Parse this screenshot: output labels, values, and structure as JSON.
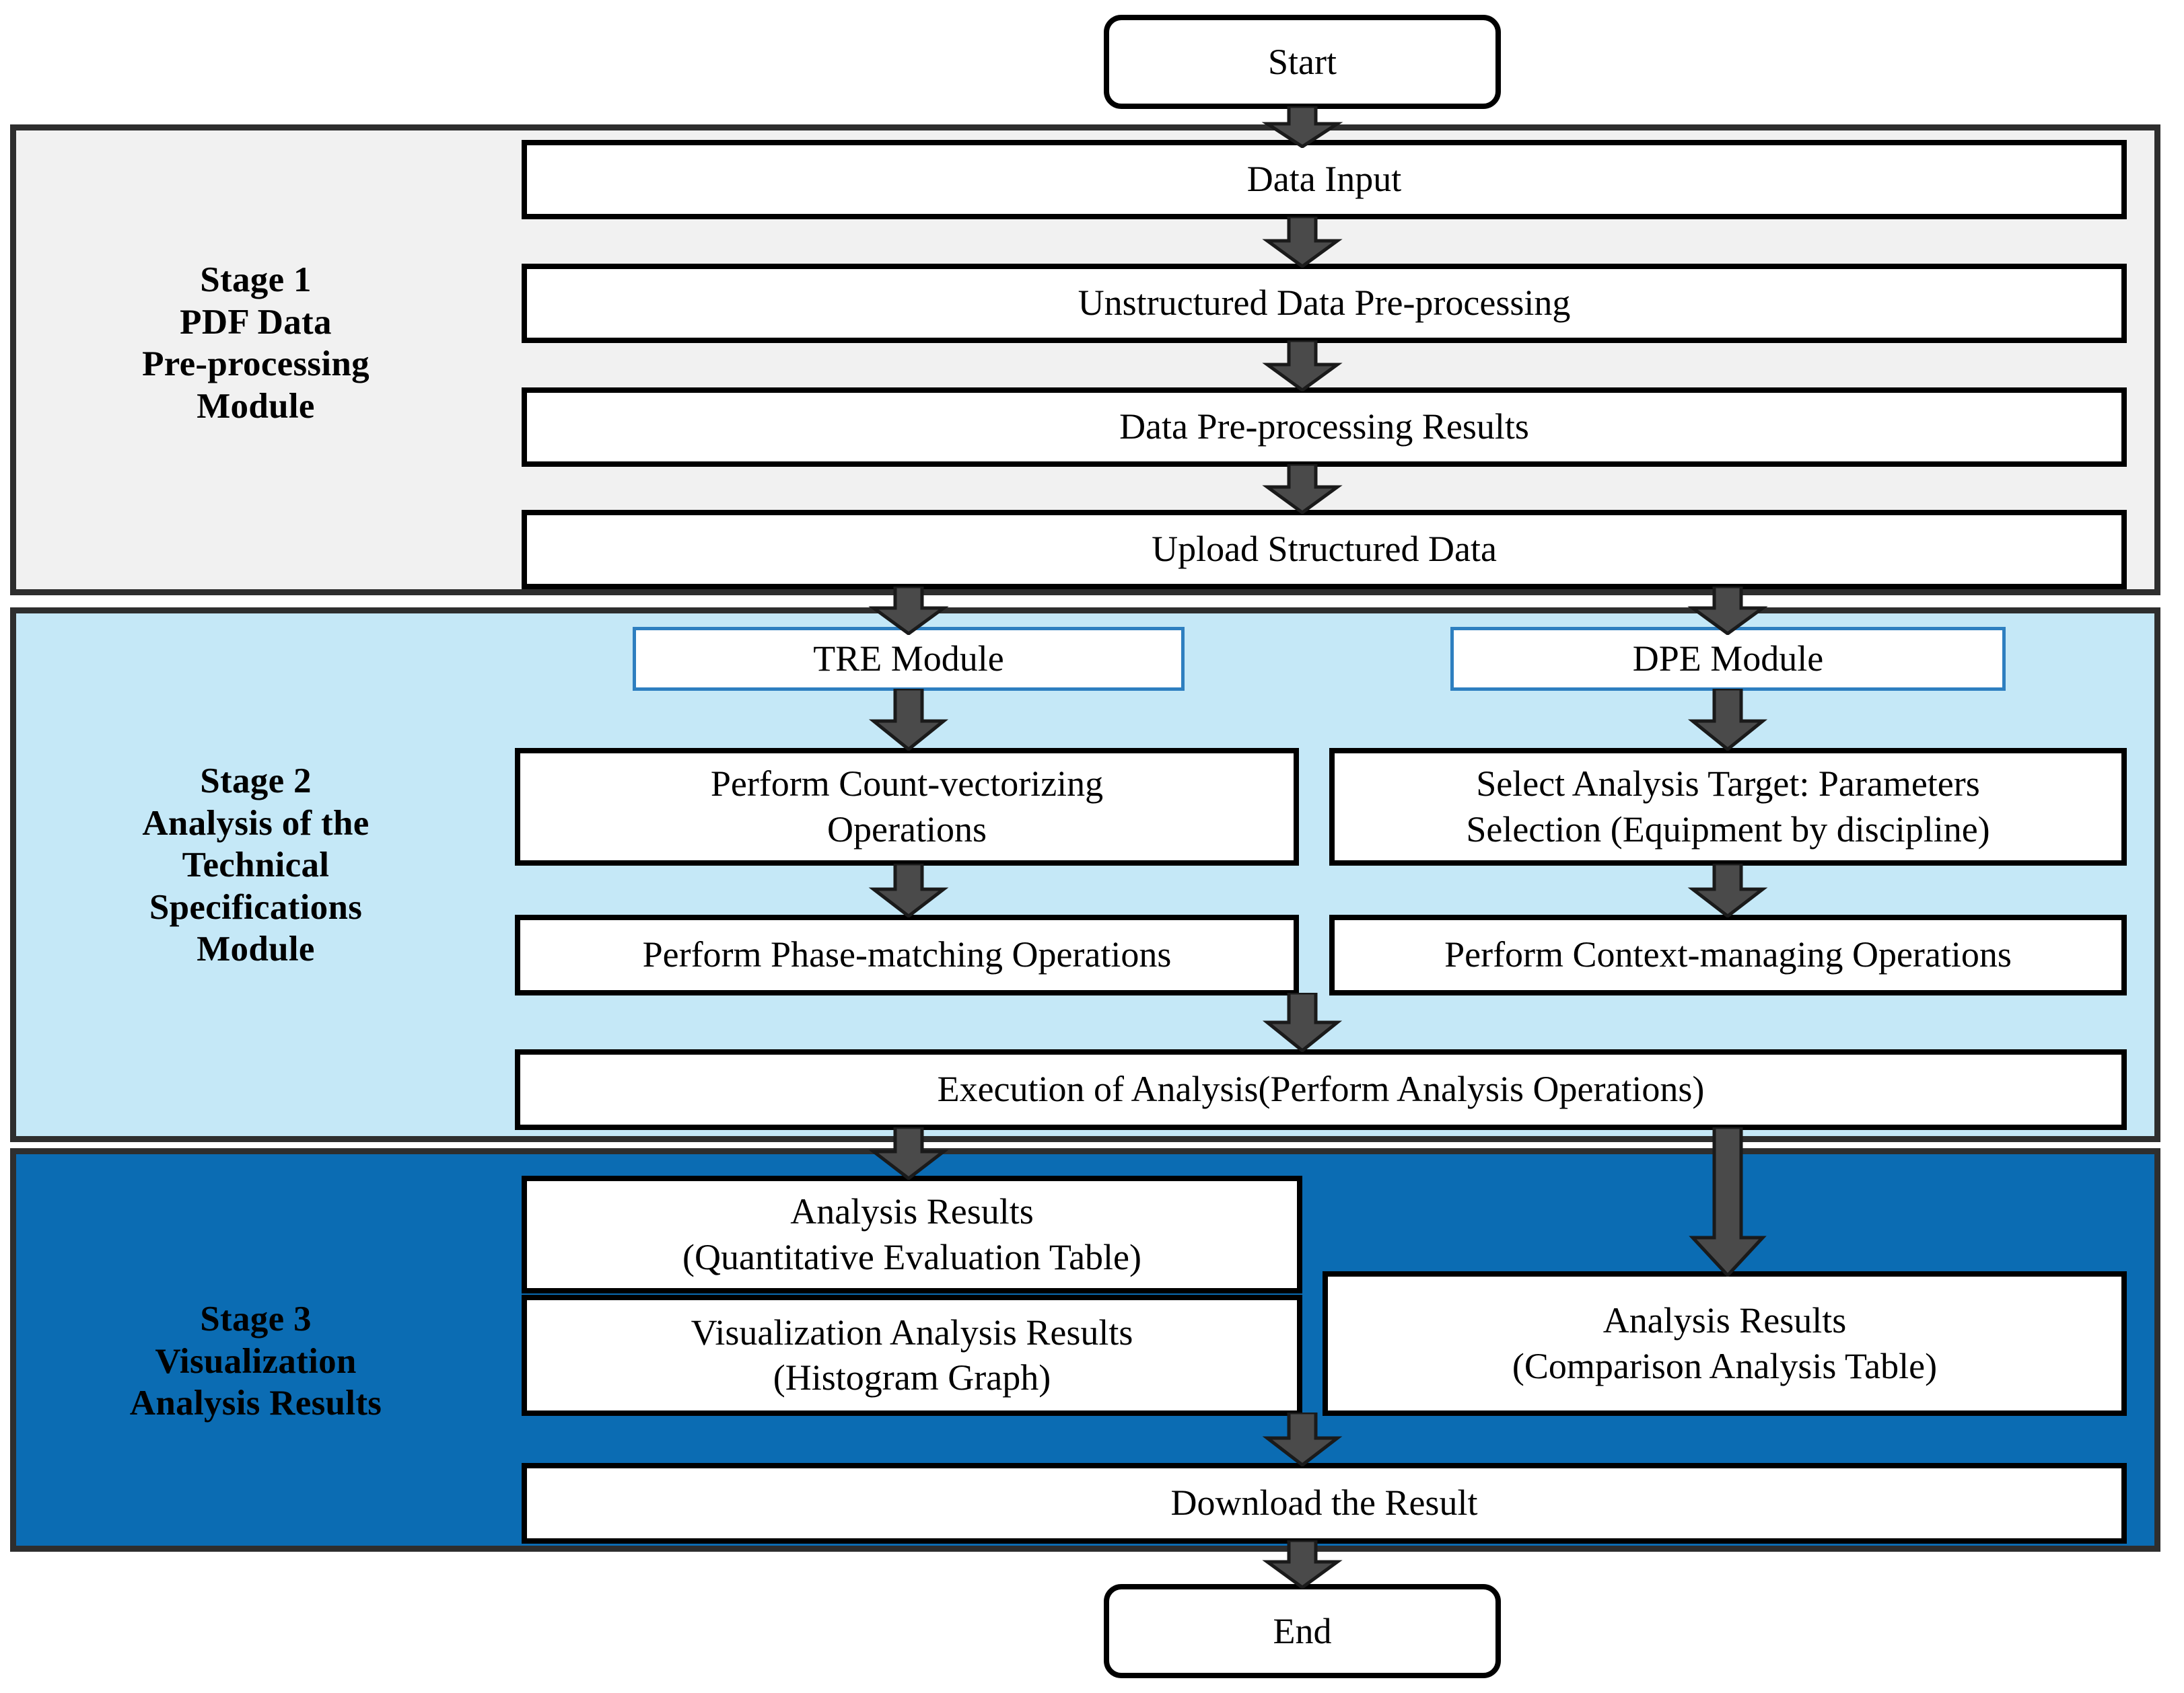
{
  "diagram": {
    "title": "Three-stage PDF technical specification analysis workflow",
    "terminators": {
      "start": "Start",
      "end": "End"
    },
    "colors": {
      "stage1_fill": "#f1f1f1",
      "stage2_fill": "#c5e8f7",
      "stage3_fill": "#0b6cb3",
      "stage_border": "#2e2e2e",
      "box_border": "#000000",
      "module_box_border": "#2e7fc0",
      "arrow_fill": "#4a4a4a",
      "arrow_stroke": "#000000",
      "text": "#000000"
    },
    "stages": [
      {
        "id": "stage-1",
        "label": "Stage 1\nPDF Data\nPre-processing\nModule",
        "label_lines": [
          "Stage 1",
          "PDF Data",
          "Pre-processing",
          "Module"
        ],
        "steps": [
          "Data Input",
          "Unstructured Data Pre-processing",
          "Data Pre-processing  Results",
          "Upload Structured Data"
        ]
      },
      {
        "id": "stage-2",
        "label": "Stage 2\nAnalysis of the\nTechnical\nSpecifications\nModule",
        "label_lines": [
          "Stage 2",
          "Analysis of the",
          "Technical",
          "Specifications",
          "Module"
        ],
        "modules": [
          {
            "name": "TRE Module",
            "steps": [
              "Perform Count-vectorizing Operations",
              "Perform Phase-matching Operations"
            ]
          },
          {
            "name": "DPE Module",
            "steps": [
              "Select Analysis Target: Parameters Selection (Equipment by discipline)",
              "Perform Context-managing Operations"
            ]
          }
        ],
        "merged_step": "Execution of Analysis(Perform Analysis Operations)"
      },
      {
        "id": "stage-3",
        "label": "Stage 3\nVisualization\nAnalysis Results",
        "label_lines": [
          "Stage 3",
          "Visualization",
          "Analysis Results"
        ],
        "results_left": [
          "Analysis Results\n(Quantitative Evaluation Table)",
          "Visualization Analysis Results\n(Histogram Graph)"
        ],
        "results_right": [
          "Analysis Results\n(Comparison Analysis Table)"
        ],
        "final_step": "Download the Result"
      }
    ],
    "boxes": {
      "data_input": "Data Input",
      "unstructured_preprocessing": "Unstructured Data Pre-processing",
      "preprocessing_results": "Data Pre-processing  Results",
      "upload_structured": "Upload Structured Data",
      "tre_module": "TRE Module",
      "dpe_module": "DPE Module",
      "count_vectorizing_l1": "Perform Count-vectorizing",
      "count_vectorizing_l2": "Operations",
      "select_target_l1": "Select Analysis Target: Parameters",
      "select_target_l2": "Selection  (Equipment by discipline)",
      "phase_matching": "Perform Phase-matching Operations",
      "context_managing": "Perform Context-managing Operations",
      "execution_analysis": "Execution of Analysis(Perform Analysis Operations)",
      "quant_eval_l1": "Analysis Results",
      "quant_eval_l2": "(Quantitative Evaluation Table)",
      "histogram_l1": "Visualization Analysis Results",
      "histogram_l2": "(Histogram Graph)",
      "comparison_l1": "Analysis Results",
      "comparison_l2": "(Comparison Analysis Table)",
      "download_result": "Download the Result"
    },
    "stage_labels": {
      "s1_l1": "Stage 1",
      "s1_l2": "PDF Data",
      "s1_l3": "Pre-processing",
      "s1_l4": "Module",
      "s2_l1": "Stage 2",
      "s2_l2": "Analysis of the",
      "s2_l3": "Technical",
      "s2_l4": "Specifications",
      "s2_l5": "Module",
      "s3_l1": "Stage 3",
      "s3_l2": "Visualization",
      "s3_l3": "Analysis Results"
    }
  }
}
